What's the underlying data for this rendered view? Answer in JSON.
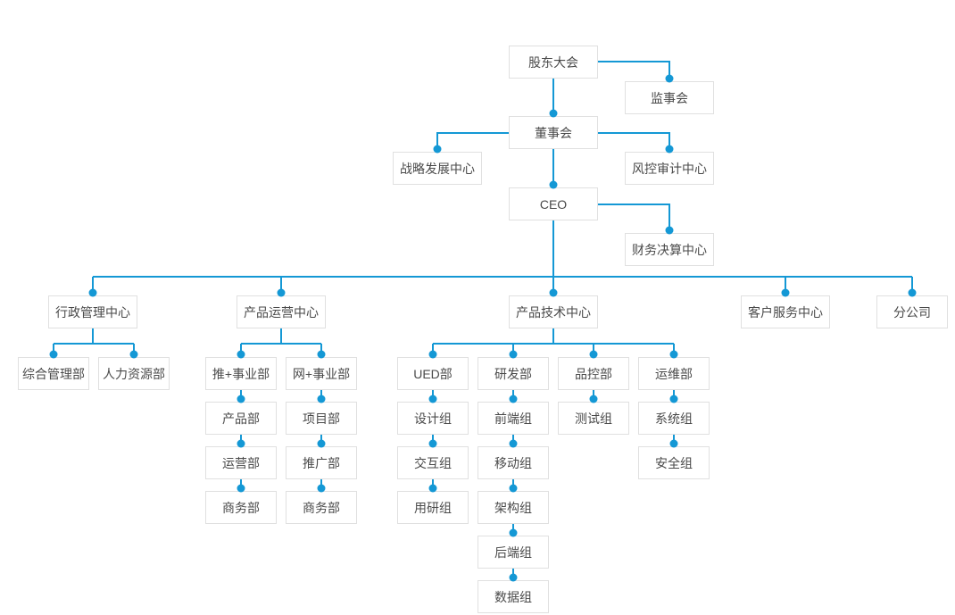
{
  "chart_title": "",
  "colors": {
    "line": "#1498d5",
    "dot": "#1498d5",
    "node_border": "#e0e0e0",
    "node_background": "#ffffff",
    "node_text": "#4a4a4a",
    "canvas_background": "#ffffff"
  },
  "nodes": {
    "shareholders": {
      "label": "股东大会"
    },
    "supervisors": {
      "label": "监事会"
    },
    "board": {
      "label": "董事会"
    },
    "strategy_center": {
      "label": "战略发展中心"
    },
    "risk_center": {
      "label": "风控审计中心"
    },
    "ceo": {
      "label": "CEO"
    },
    "finance_center": {
      "label": "财务决算中心"
    },
    "admin_center": {
      "label": "行政管理中心"
    },
    "ops_center": {
      "label": "产品运营中心"
    },
    "tech_center": {
      "label": "产品技术中心"
    },
    "service_center": {
      "label": "客户服务中心"
    },
    "branch_company": {
      "label": "分公司"
    },
    "general_mgmt": {
      "label": "综合管理部"
    },
    "hr_dept": {
      "label": "人力资源部"
    },
    "tui_division": {
      "label": "推+事业部"
    },
    "wang_division": {
      "label": "网+事业部"
    },
    "product_dept": {
      "label": "产品部"
    },
    "project_dept": {
      "label": "项目部"
    },
    "operation_dept": {
      "label": "运营部"
    },
    "promotion_dept": {
      "label": "推广部"
    },
    "business_dept_1": {
      "label": "商务部"
    },
    "business_dept_2": {
      "label": "商务部"
    },
    "ued_dept": {
      "label": "UED部"
    },
    "rnd_dept": {
      "label": "研发部"
    },
    "qc_dept": {
      "label": "品控部"
    },
    "om_dept": {
      "label": "运维部"
    },
    "design_group": {
      "label": "设计组"
    },
    "frontend_group": {
      "label": "前端组"
    },
    "test_group": {
      "label": "测试组"
    },
    "system_group": {
      "label": "系统组"
    },
    "interaction_group": {
      "label": "交互组"
    },
    "mobile_group": {
      "label": "移动组"
    },
    "security_group": {
      "label": "安全组"
    },
    "user_research_group": {
      "label": "用研组"
    },
    "architecture_group": {
      "label": "架构组"
    },
    "backend_group": {
      "label": "后端组"
    },
    "data_group": {
      "label": "数据组"
    }
  },
  "edges": [
    [
      "shareholders",
      "supervisors"
    ],
    [
      "shareholders",
      "board"
    ],
    [
      "board",
      "strategy_center"
    ],
    [
      "board",
      "risk_center"
    ],
    [
      "board",
      "ceo"
    ],
    [
      "ceo",
      "finance_center"
    ],
    [
      "ceo",
      "admin_center"
    ],
    [
      "ceo",
      "ops_center"
    ],
    [
      "ceo",
      "tech_center"
    ],
    [
      "ceo",
      "service_center"
    ],
    [
      "ceo",
      "branch_company"
    ],
    [
      "admin_center",
      "general_mgmt"
    ],
    [
      "admin_center",
      "hr_dept"
    ],
    [
      "ops_center",
      "tui_division"
    ],
    [
      "ops_center",
      "wang_division"
    ],
    [
      "tui_division",
      "product_dept"
    ],
    [
      "product_dept",
      "operation_dept"
    ],
    [
      "operation_dept",
      "business_dept_1"
    ],
    [
      "wang_division",
      "project_dept"
    ],
    [
      "project_dept",
      "promotion_dept"
    ],
    [
      "promotion_dept",
      "business_dept_2"
    ],
    [
      "tech_center",
      "ued_dept"
    ],
    [
      "tech_center",
      "rnd_dept"
    ],
    [
      "tech_center",
      "qc_dept"
    ],
    [
      "tech_center",
      "om_dept"
    ],
    [
      "ued_dept",
      "design_group"
    ],
    [
      "design_group",
      "interaction_group"
    ],
    [
      "interaction_group",
      "user_research_group"
    ],
    [
      "rnd_dept",
      "frontend_group"
    ],
    [
      "frontend_group",
      "mobile_group"
    ],
    [
      "mobile_group",
      "architecture_group"
    ],
    [
      "architecture_group",
      "backend_group"
    ],
    [
      "backend_group",
      "data_group"
    ],
    [
      "qc_dept",
      "test_group"
    ],
    [
      "om_dept",
      "system_group"
    ],
    [
      "system_group",
      "security_group"
    ]
  ]
}
